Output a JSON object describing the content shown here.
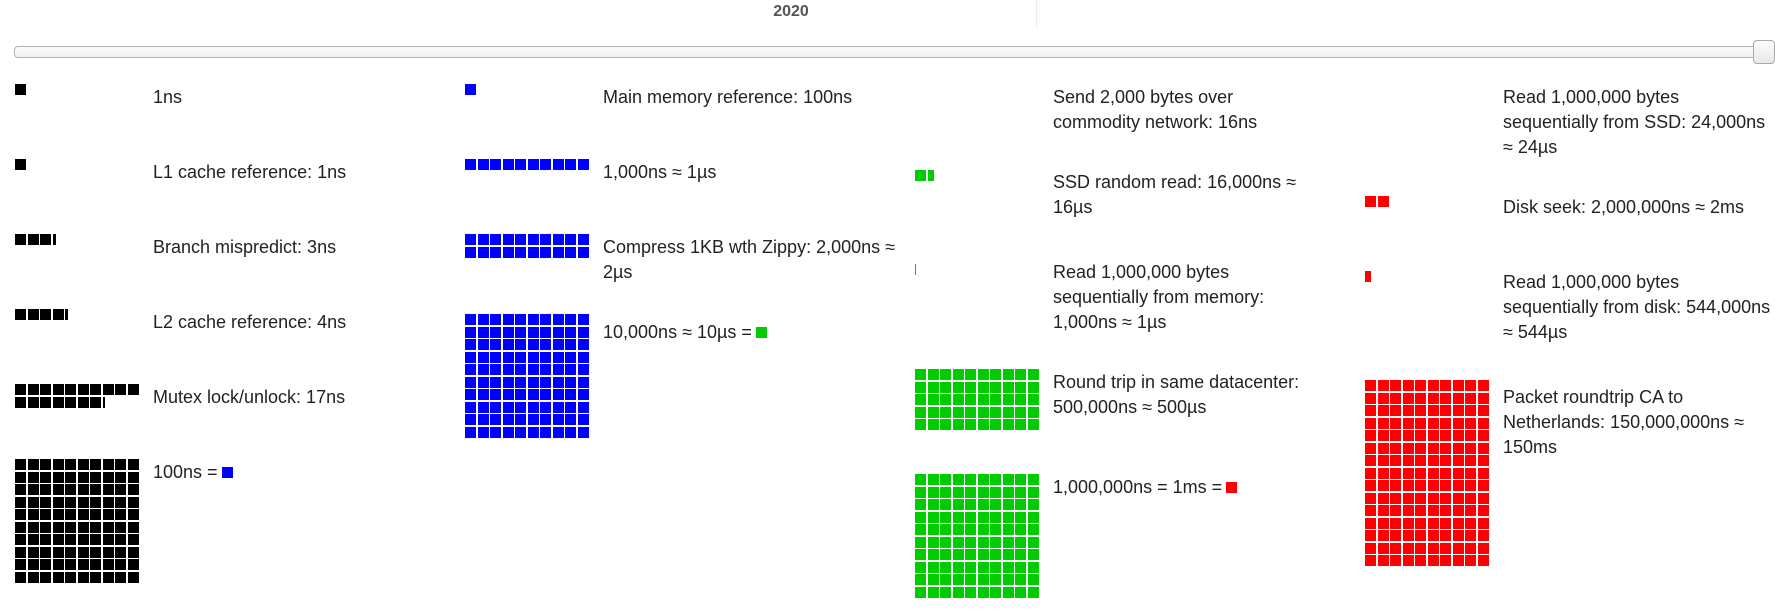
{
  "header": {
    "year": "2020"
  },
  "slider": {
    "value_fraction": 1.0
  },
  "colors": {
    "black": "#000000",
    "blue": "#0000ff",
    "green": "#00cc00",
    "red": "#ff0000"
  },
  "columns": [
    {
      "items": [
        {
          "label": "1ns",
          "color": "black",
          "squares": 1,
          "partial": 0
        },
        {
          "label": "L1 cache reference: 1ns",
          "color": "black",
          "squares": 1,
          "partial": 0
        },
        {
          "label": "Branch mispredict: 3ns",
          "color": "black",
          "squares": 3,
          "partial": 0.3
        },
        {
          "label": "L2 cache reference: 4ns",
          "color": "black",
          "squares": 4,
          "partial": 0.3
        },
        {
          "label": "Mutex lock/unlock: 17ns",
          "color": "black",
          "squares": 17,
          "partial": 0.2
        },
        {
          "label": "100ns =",
          "color": "black",
          "squares": 100,
          "partial": 0,
          "equals_color": "blue"
        }
      ]
    },
    {
      "items": [
        {
          "label": "Main memory reference: 100ns",
          "color": "blue",
          "squares": 1,
          "partial": 0
        },
        {
          "label": "1,000ns ≈ 1µs",
          "color": "blue",
          "squares": 10,
          "partial": 0
        },
        {
          "label": "Compress 1KB wth Zippy: 2,000ns ≈ 2µs",
          "color": "blue",
          "squares": 20,
          "partial": 0
        },
        {
          "label": "10,000ns ≈ 10µs =",
          "color": "blue",
          "squares": 100,
          "partial": 0,
          "equals_color": "green"
        }
      ]
    },
    {
      "items": [
        {
          "label": "Send 2,000 bytes over commodity network: 16ns",
          "color": "green",
          "squares": 0,
          "partial": 0
        },
        {
          "label": "SSD random read: 16,000ns ≈ 16µs",
          "color": "green",
          "squares": 1,
          "partial": 0.6
        },
        {
          "label": "Read 1,000,000 bytes sequentially from memory: 1,000ns ≈ 1µs",
          "color": "green",
          "squares": 0,
          "partial": 0.1
        },
        {
          "label": "Round trip in same datacenter: 500,000ns ≈ 500µs",
          "color": "green",
          "squares": 50,
          "partial": 0
        },
        {
          "label": "1,000,000ns = 1ms =",
          "color": "green",
          "squares": 100,
          "partial": 0,
          "equals_color": "red"
        }
      ]
    },
    {
      "items": [
        {
          "label": "Read 1,000,000 bytes sequentially from SSD: 24,000ns ≈ 24µs",
          "color": "red",
          "squares": 0,
          "partial": 0
        },
        {
          "label": "Disk seek: 2,000,000ns ≈ 2ms",
          "color": "red",
          "squares": 2,
          "partial": 0
        },
        {
          "label": "Read 1,000,000 bytes sequentially from disk: 544,000ns ≈ 544µs",
          "color": "red",
          "squares": 0,
          "partial": 0.55
        },
        {
          "label": "Packet roundtrip CA to Netherlands: 150,000,000ns ≈ 150ms",
          "color": "red",
          "squares": 150,
          "partial": 0
        }
      ]
    }
  ]
}
